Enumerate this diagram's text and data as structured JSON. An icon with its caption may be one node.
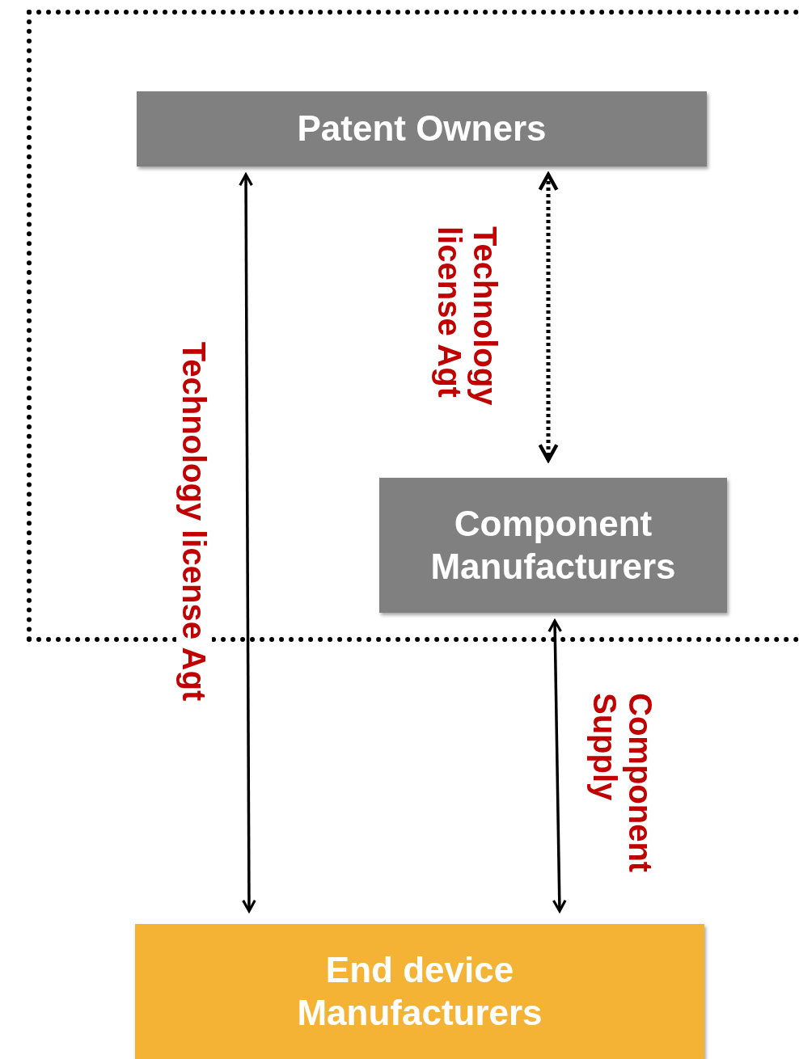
{
  "diagram": {
    "nodes": [
      {
        "text": [],
        "shape": "box"
      },
      {
        "text": [
          "Patent Owners"
        ],
        "in": 0
      },
      {
        "text": [
          "Component Manufacturers"
        ],
        "in": 0
      },
      {
        "text": [
          "End device Manufacturers"
        ]
      }
    ],
    "edges": [
      {
        "from": 1,
        "to": 3,
        "arrow": "both",
        "label": "Technology license Agt"
      },
      {
        "from": 1,
        "to": 2,
        "arrow": "both",
        "style": "dashed",
        "label": "Technology license Agt"
      },
      {
        "from": 2,
        "to": 3,
        "arrow": "both",
        "label": "Component Supply"
      }
    ]
  }
}
